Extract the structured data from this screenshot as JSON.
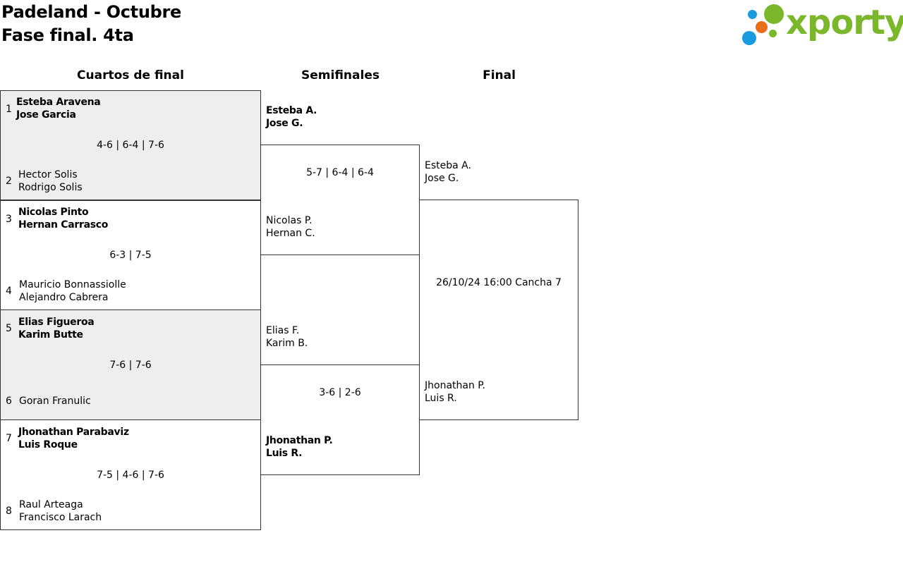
{
  "header": {
    "title_line1": "Padeland - Octubre",
    "title_line2": "Fase final. 4ta",
    "logo_text": "xporty"
  },
  "colors": {
    "logo_green": "#7ab72b",
    "logo_blue": "#1a9be0",
    "logo_orange": "#e96d1a",
    "alt_row_bg": "#eeeeee"
  },
  "rounds": {
    "quarterfinals": "Cuartos de final",
    "semifinals": "Semifinales",
    "final": "Final"
  },
  "quarterfinals": [
    {
      "seed_a": "1",
      "team_a": [
        "Esteba Aravena",
        "Jose Garcia"
      ],
      "score": "4-6 | 6-4 | 7-6",
      "seed_b": "2",
      "team_b": [
        "Hector Solis",
        "Rodrigo Solis"
      ]
    },
    {
      "seed_a": "3",
      "team_a": [
        "Nicolas Pinto",
        "Hernan Carrasco"
      ],
      "score": "6-3 | 7-5",
      "seed_b": "4",
      "team_b": [
        "Mauricio Bonnassiolle",
        "Alejandro Cabrera"
      ]
    },
    {
      "seed_a": "5",
      "team_a": [
        "Elias Figueroa",
        "Karim Butte"
      ],
      "score": "7-6 | 7-6",
      "seed_b": "6",
      "team_b": [
        "Goran Franulic"
      ]
    },
    {
      "seed_a": "7",
      "team_a": [
        "Jhonathan Parabaviz",
        "Luis Roque"
      ],
      "score": "7-5 | 4-6 | 7-6",
      "seed_b": "8",
      "team_b": [
        "Raul Arteaga",
        "Francisco Larach"
      ]
    }
  ],
  "semifinals": [
    {
      "team_a": [
        "Esteba A.",
        "Jose G."
      ],
      "score": "5-7 | 6-4 | 6-4",
      "team_b": [
        "Nicolas P.",
        "Hernan C."
      ]
    },
    {
      "team_a": [
        "Elias F.",
        "Karim B."
      ],
      "score": "3-6 | 2-6",
      "team_b": [
        "Jhonathan P.",
        "Luis R."
      ]
    }
  ],
  "final": {
    "team_a": [
      "Esteba A.",
      "Jose G."
    ],
    "schedule": "26/10/24 16:00 Cancha 7",
    "team_b": [
      "Jhonathan P.",
      "Luis R."
    ]
  }
}
